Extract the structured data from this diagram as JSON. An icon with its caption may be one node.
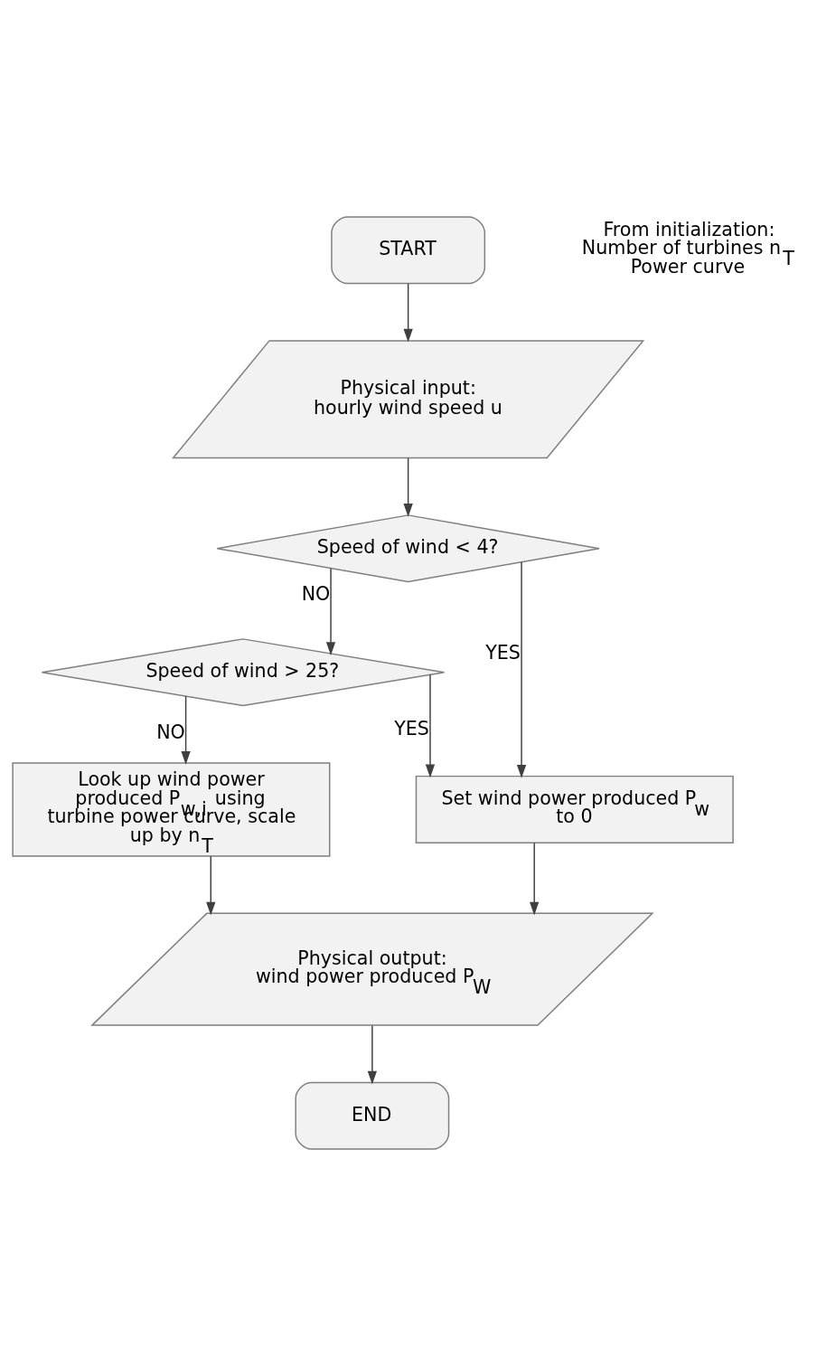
{
  "diagram": {
    "nodes": [
      {
        "text": [
          "START"
        ]
      },
      {
        "text": [
          "Physical input:",
          "hourly wind speed u"
        ]
      },
      {
        "text": [
          "Speed of wind < 4?"
        ]
      },
      {
        "text": [
          "Speed of wind > 25?"
        ]
      },
      {
        "text": [
          "Look up wind power produced P$_{w,i}$ using turbine power curve, scale up by n$_{T}$"
        ]
      },
      {
        "text": [
          "Set wind power produced P$_{w}$ to 0"
        ]
      },
      {
        "text": [
          "Physical output:",
          "wind power produced P$_{W}$"
        ]
      },
      {
        "text": [
          "END"
        ]
      }
    ],
    "edges": [
      {
        "from": 0,
        "to": 1,
        "arrow": "to"
      },
      {
        "from": 1,
        "to": 2,
        "arrow": "to"
      },
      {
        "from": 2,
        "to": 3,
        "arrow": "to",
        "label": "NO"
      },
      {
        "from": 3,
        "to": 4,
        "arrow": "to",
        "label": "NO"
      },
      {
        "from": 2,
        "to": 5,
        "arrow": "to",
        "label": "YES"
      },
      {
        "from": 3,
        "to": 5,
        "arrow": "to",
        "label": "YES"
      },
      {
        "from": 4,
        "to": 6,
        "arrow": "to"
      },
      {
        "from": 5,
        "to": 6,
        "arrow": "to"
      },
      {
        "from": 6,
        "to": 7,
        "arrow": "to"
      }
    ],
    "labels": [
      "From initialization:",
      "Number of turbines n$_{T}$",
      "Power curve"
    ]
  }
}
